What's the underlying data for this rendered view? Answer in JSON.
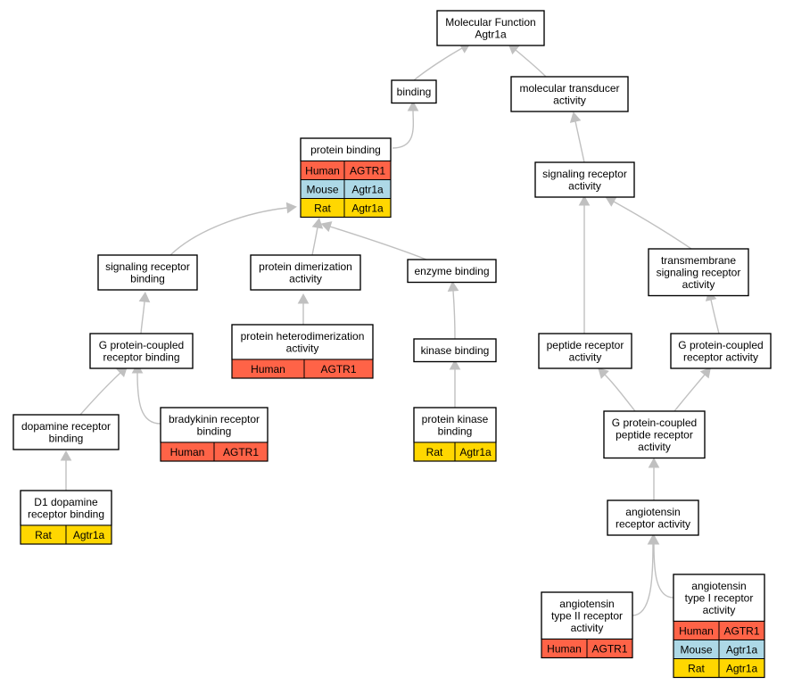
{
  "colors": {
    "Human": "#ff6347",
    "Mouse": "#add8e6",
    "Rat": "#ffd700",
    "edge": "#c0c0c0"
  },
  "nodes": [
    {
      "id": "mf",
      "lines": [
        "Molecular Function",
        "Agtr1a"
      ],
      "annotations": []
    },
    {
      "id": "binding",
      "lines": [
        "binding"
      ],
      "annotations": []
    },
    {
      "id": "mta",
      "lines": [
        "molecular transducer",
        "activity"
      ],
      "annotations": []
    },
    {
      "id": "pb",
      "lines": [
        "protein binding"
      ],
      "annotations": [
        [
          "Human",
          "AGTR1"
        ],
        [
          "Mouse",
          "Agtr1a"
        ],
        [
          "Rat",
          "Agtr1a"
        ]
      ]
    },
    {
      "id": "sra",
      "lines": [
        "signaling receptor",
        "activity"
      ],
      "annotations": []
    },
    {
      "id": "srb",
      "lines": [
        "signaling receptor",
        "binding"
      ],
      "annotations": []
    },
    {
      "id": "pda",
      "lines": [
        "protein dimerization",
        "activity"
      ],
      "annotations": []
    },
    {
      "id": "eb",
      "lines": [
        "enzyme binding"
      ],
      "annotations": []
    },
    {
      "id": "tsra",
      "lines": [
        "transmembrane",
        "signaling receptor",
        "activity"
      ],
      "annotations": []
    },
    {
      "id": "gpcrb",
      "lines": [
        "G protein-coupled",
        "receptor binding"
      ],
      "annotations": []
    },
    {
      "id": "phda",
      "lines": [
        "protein heterodimerization",
        "activity"
      ],
      "annotations": [
        [
          "Human",
          "AGTR1"
        ]
      ]
    },
    {
      "id": "kb",
      "lines": [
        "kinase binding"
      ],
      "annotations": []
    },
    {
      "id": "pra",
      "lines": [
        "peptide receptor",
        "activity"
      ],
      "annotations": []
    },
    {
      "id": "gpcra",
      "lines": [
        "G protein-coupled",
        "receptor activity"
      ],
      "annotations": []
    },
    {
      "id": "drb",
      "lines": [
        "dopamine receptor",
        "binding"
      ],
      "annotations": []
    },
    {
      "id": "brb",
      "lines": [
        "bradykinin receptor",
        "binding"
      ],
      "annotations": [
        [
          "Human",
          "AGTR1"
        ]
      ]
    },
    {
      "id": "pkb",
      "lines": [
        "protein kinase",
        "binding"
      ],
      "annotations": [
        [
          "Rat",
          "Agtr1a"
        ]
      ]
    },
    {
      "id": "gpcpra",
      "lines": [
        "G protein-coupled",
        "peptide receptor",
        "activity"
      ],
      "annotations": []
    },
    {
      "id": "d1",
      "lines": [
        "D1 dopamine",
        "receptor binding"
      ],
      "annotations": [
        [
          "Rat",
          "Agtr1a"
        ]
      ]
    },
    {
      "id": "ara",
      "lines": [
        "angiotensin",
        "receptor activity"
      ],
      "annotations": []
    },
    {
      "id": "at2",
      "lines": [
        "angiotensin",
        "type II receptor",
        "activity"
      ],
      "annotations": [
        [
          "Human",
          "AGTR1"
        ]
      ]
    },
    {
      "id": "at1",
      "lines": [
        "angiotensin",
        "type I receptor",
        "activity"
      ],
      "annotations": [
        [
          "Human",
          "AGTR1"
        ],
        [
          "Mouse",
          "Agtr1a"
        ],
        [
          "Rat",
          "Agtr1a"
        ]
      ]
    }
  ],
  "edges": [
    [
      "binding",
      "mf"
    ],
    [
      "mta",
      "mf"
    ],
    [
      "pb",
      "binding"
    ],
    [
      "sra",
      "mta"
    ],
    [
      "srb",
      "pb"
    ],
    [
      "pda",
      "pb"
    ],
    [
      "eb",
      "pb"
    ],
    [
      "tsra",
      "sra"
    ],
    [
      "pra",
      "sra"
    ],
    [
      "gpcrb",
      "srb"
    ],
    [
      "phda",
      "pda"
    ],
    [
      "kb",
      "eb"
    ],
    [
      "gpcra",
      "tsra"
    ],
    [
      "drb",
      "gpcrb"
    ],
    [
      "brb",
      "gpcrb"
    ],
    [
      "pkb",
      "kb"
    ],
    [
      "gpcpra",
      "pra"
    ],
    [
      "gpcpra",
      "gpcra"
    ],
    [
      "d1",
      "drb"
    ],
    [
      "ara",
      "gpcpra"
    ],
    [
      "at2",
      "ara"
    ],
    [
      "at1",
      "ara"
    ]
  ]
}
